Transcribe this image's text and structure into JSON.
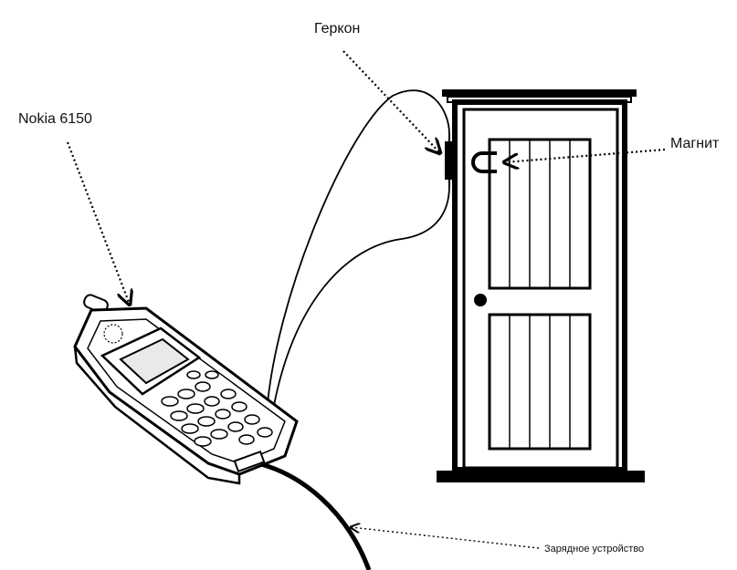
{
  "labels": {
    "reed_switch": "Геркон",
    "phone": "Nokia 6150",
    "magnet": "Магнит",
    "charger": "Зарядное устройство"
  },
  "colors": {
    "ink": "#000000",
    "background": "#ffffff"
  }
}
